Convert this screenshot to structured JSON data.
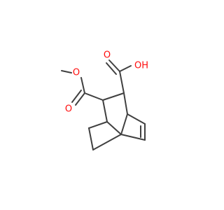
{
  "molecule": {
    "atoms": {
      "ester_o_single": "O",
      "ester_o_double": "O",
      "acid_o_double": "O",
      "acid_oh": "OH"
    },
    "colors": {
      "bond": "#404040",
      "oxygen": "#ff0d0d",
      "background": "#ffffff"
    }
  }
}
